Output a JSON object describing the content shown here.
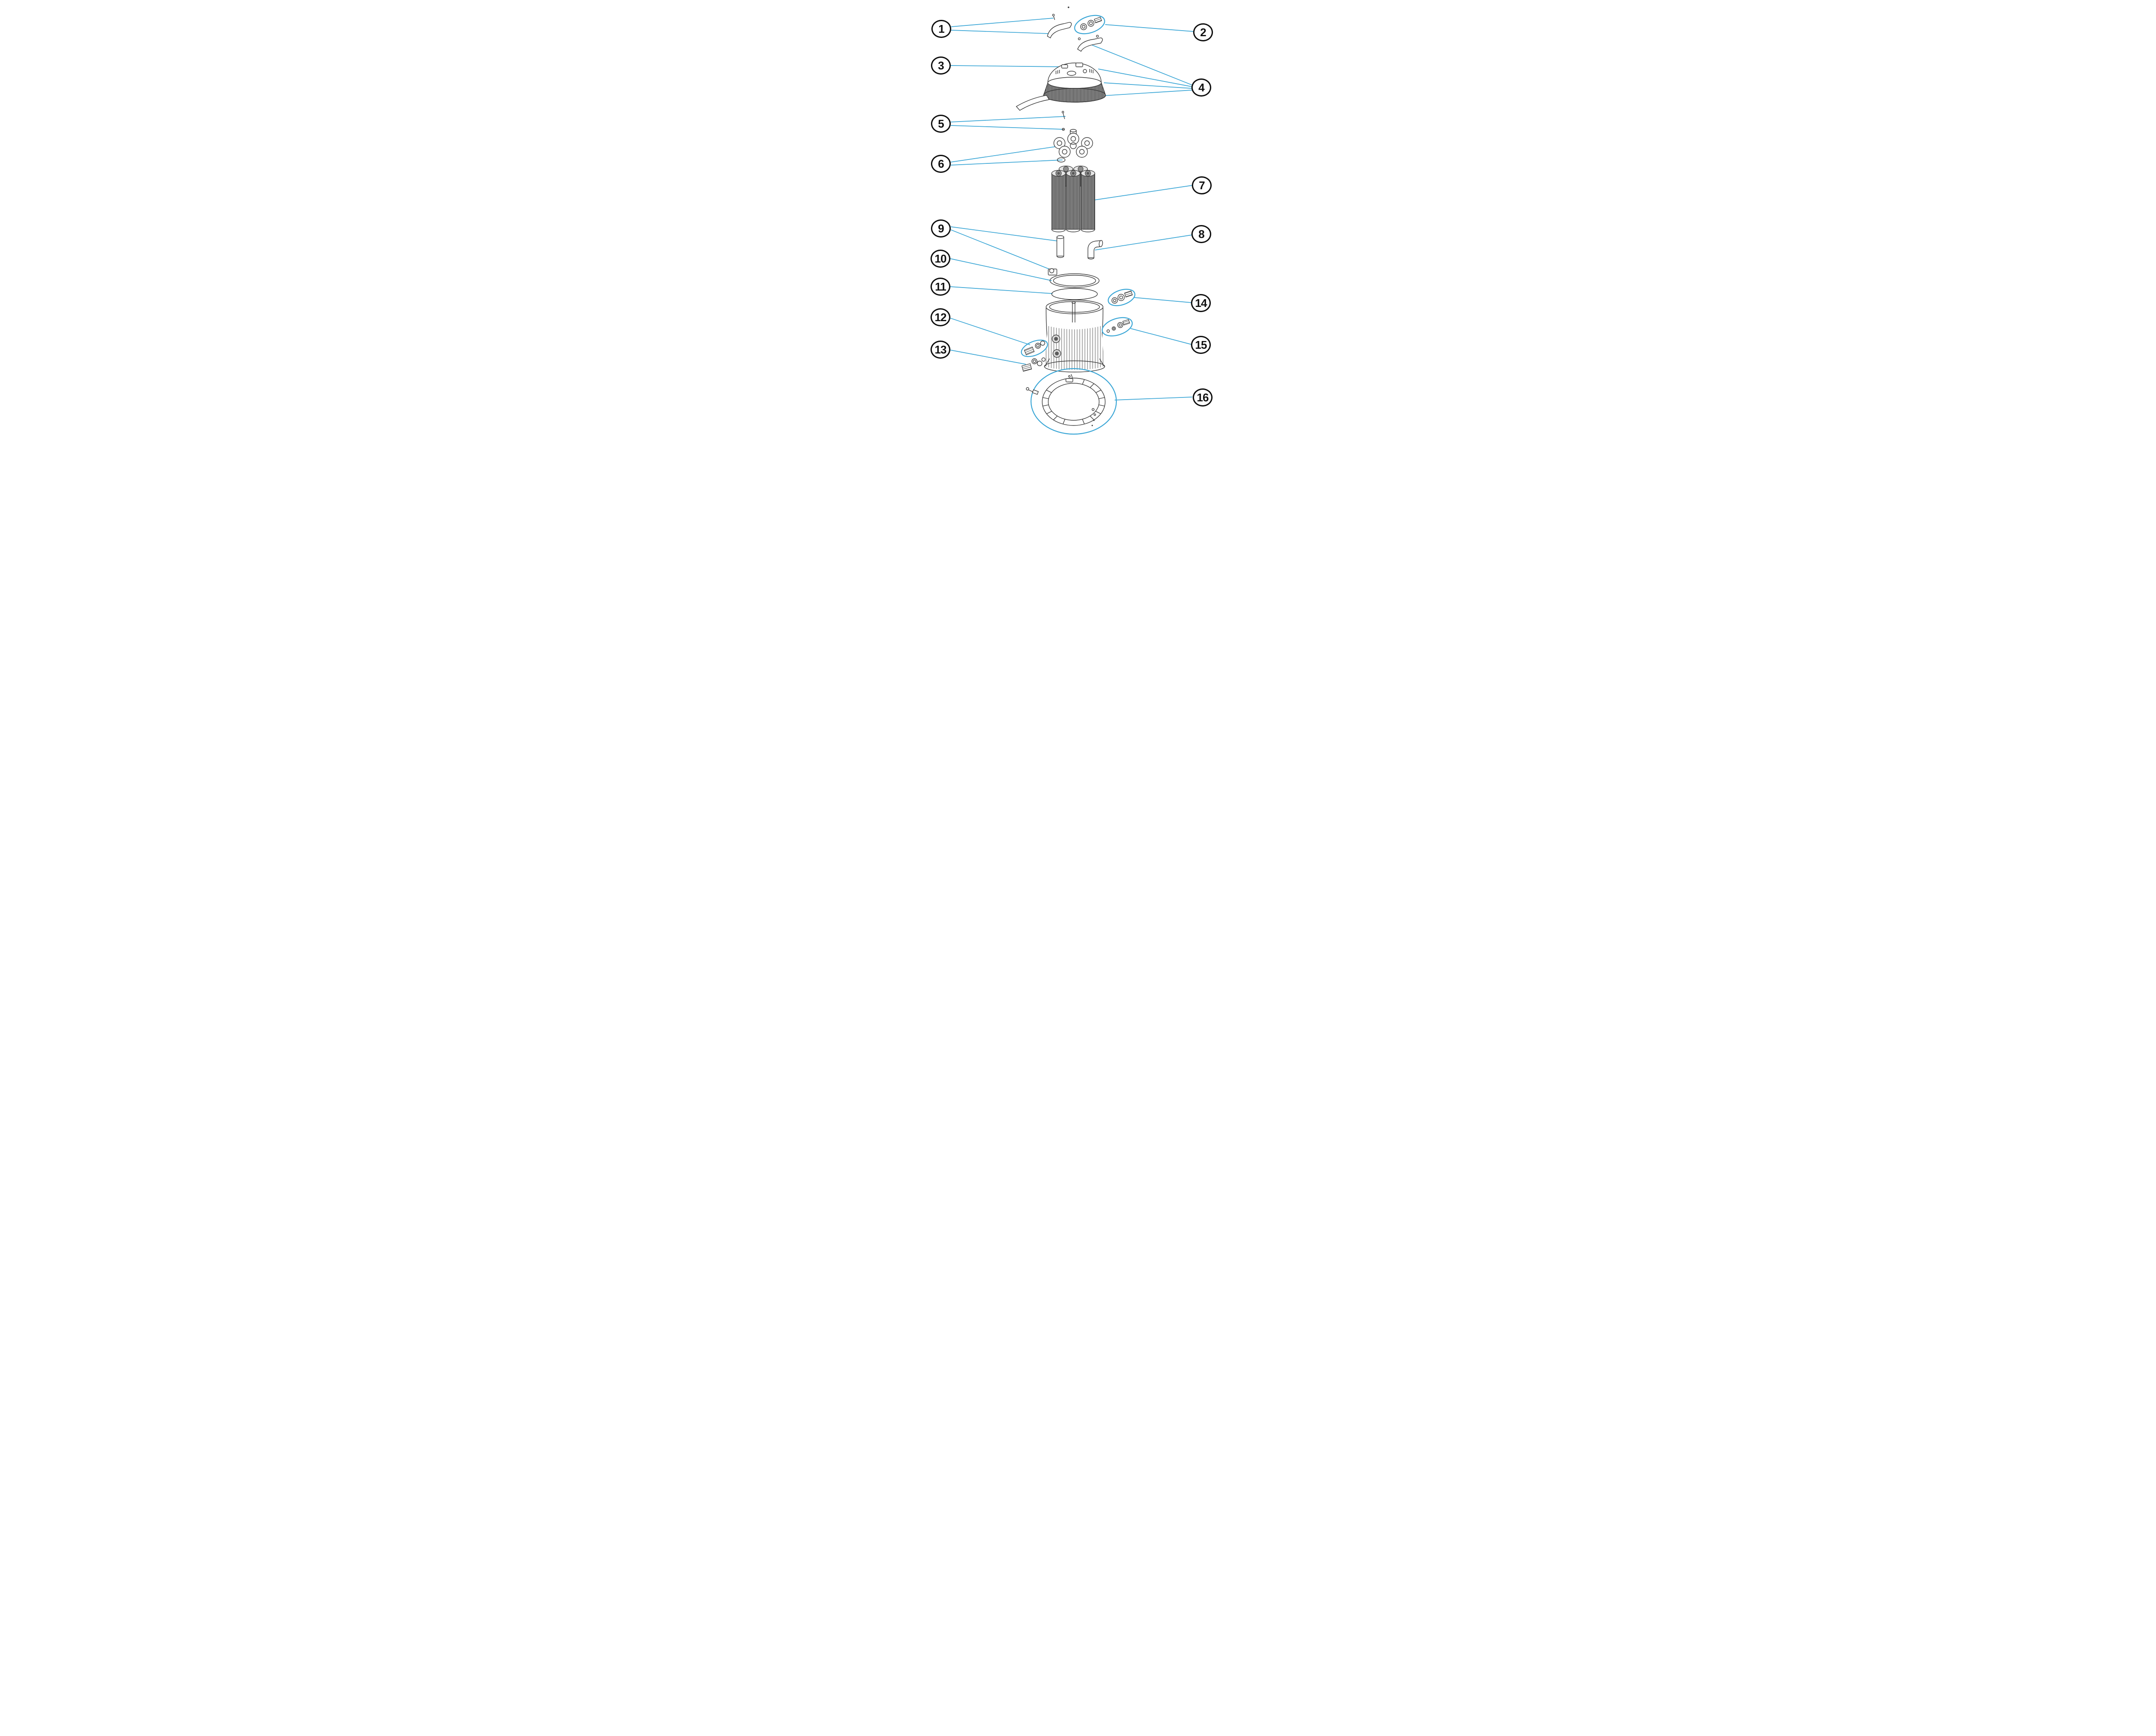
{
  "diagram": {
    "type": "exploded-parts-diagram",
    "callouts": [
      {
        "label": "1"
      },
      {
        "label": "2"
      },
      {
        "label": "3"
      },
      {
        "label": "4"
      },
      {
        "label": "5"
      },
      {
        "label": "6"
      },
      {
        "label": "7"
      },
      {
        "label": "8"
      },
      {
        "label": "9"
      },
      {
        "label": "10"
      },
      {
        "label": "11"
      },
      {
        "label": "12"
      },
      {
        "label": "13"
      },
      {
        "label": "14"
      },
      {
        "label": "15"
      },
      {
        "label": "16"
      }
    ],
    "colors": {
      "leader_blue": "#3aa6d6",
      "part_line": "#3a3a3a",
      "callout_outline": "#0e0e0e",
      "background": "#ffffff"
    }
  }
}
